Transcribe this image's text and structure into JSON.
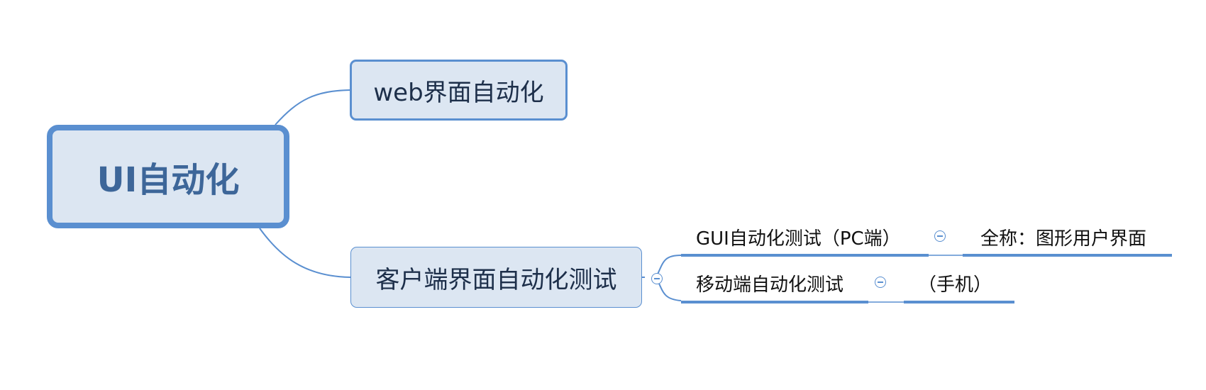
{
  "mindmap": {
    "root": {
      "label": "UI自动化"
    },
    "branches": [
      {
        "label": "web界面自动化"
      },
      {
        "label": "客户端界面自动化测试",
        "children": [
          {
            "label": "GUI自动化测试（PC端）",
            "note": "全称：图形用户界面"
          },
          {
            "label": "移动端自动化测试",
            "note": "（手机）"
          }
        ]
      }
    ]
  },
  "colors": {
    "node_fill": "#dce6f2",
    "node_border": "#5a8fd0",
    "root_text": "#3d6699",
    "branch_text": "#1d2f4a",
    "underline": "#5a8fd0"
  },
  "icons": {
    "collapse": "collapse-circle-minus-icon"
  }
}
